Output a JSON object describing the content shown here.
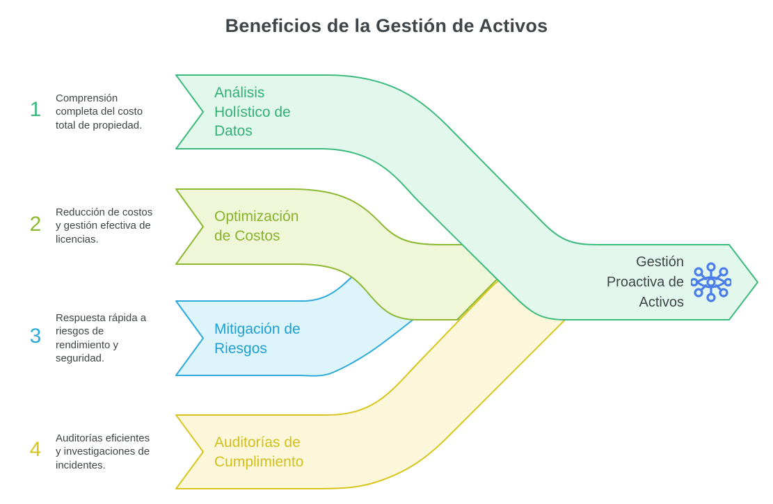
{
  "title": "Beneficios de la Gestión de Activos",
  "title_color": "#3f4448",
  "text_color": "#3f4448",
  "items": [
    {
      "number": "1",
      "description": "Comprensión\ncompleta del costo\ntotal de propiedad.",
      "banner_label": "Análisis\nHolístico de\nDatos",
      "accent": "#3cba7e",
      "fill": "#e3f8ec",
      "label_color": "#33af76"
    },
    {
      "number": "2",
      "description": "Reducción de costos\ny gestión efectiva de\nlicencias.",
      "banner_label": "Optimización\nde Costos",
      "accent": "#8cb831",
      "fill": "#eff7d8",
      "label_color": "#89b22d"
    },
    {
      "number": "3",
      "description": "Respuesta rápida a\nriesgos de\nrendimiento y\nseguridad.",
      "banner_label": "Mitigación de\nRiesgos",
      "accent": "#2ca8da",
      "fill": "#def4fb",
      "label_color": "#1e9fd4"
    },
    {
      "number": "4",
      "description": "Auditorías eficientes\ny investigaciones de\nincidentes.",
      "banner_label": "Auditorías de\nCumplimiento",
      "accent": "#d8c51e",
      "fill": "#fcf7da",
      "label_color": "#d2bf1b"
    }
  ],
  "result": {
    "label": "Gestión\nProactiva de\nActivos",
    "label_color": "#3f4448",
    "icon": "network-hub-icon",
    "icon_color": "#4a7de9"
  }
}
